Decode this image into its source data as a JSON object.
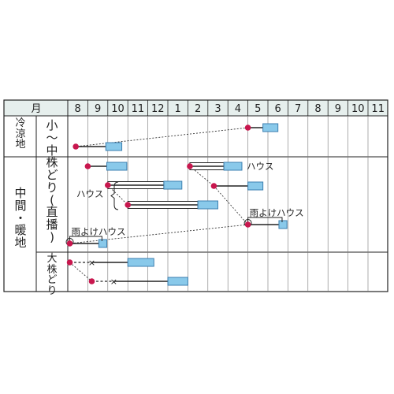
{
  "chart_data": {
    "type": "gantt",
    "header_label": "月",
    "months": [
      "8",
      "9",
      "10",
      "11",
      "12",
      "1",
      "2",
      "3",
      "4",
      "5",
      "6",
      "7",
      "8",
      "9",
      "10",
      "11"
    ],
    "regions": [
      {
        "name": "冷涼地"
      },
      {
        "name": "中間・暖地"
      }
    ],
    "methods": [
      {
        "name": "小〜中株どり(直播)"
      },
      {
        "name": "大株どり"
      }
    ],
    "house_bracket_label": "ハウス",
    "rows": [
      {
        "region": "冷涼地",
        "sow": 5.0,
        "mark": null,
        "line_end": 5.75,
        "harvest": [
          5.75,
          6.5
        ],
        "house": null,
        "label": null
      },
      {
        "region": "冷涼地",
        "sow": 8.4,
        "mark": null,
        "line_end": 9.9,
        "harvest": [
          9.9,
          10.7
        ],
        "house": null,
        "label": null
      },
      {
        "region": "中間・暖地",
        "method": "小〜中株どり(直播)",
        "sow": 9.0,
        "mark": null,
        "line_end": 9.95,
        "harvest": [
          9.95,
          10.95
        ],
        "house": null,
        "label": null
      },
      {
        "region": "中間・暖地",
        "method": "小〜中株どり(直播)",
        "sow": 10.0,
        "mark": null,
        "line_end": null,
        "harvest": [
          12.8,
          13.7
        ],
        "house": [
          10.0,
          12.8
        ],
        "label": null
      },
      {
        "region": "中間・暖地",
        "method": "小〜中株どり(直播)",
        "sow": 11.0,
        "mark": null,
        "line_end": null,
        "harvest": [
          14.5,
          15.5
        ],
        "house": [
          11.0,
          14.5
        ],
        "label": null
      },
      {
        "region": "中間・暖地",
        "method": "小〜中株どり(直播)",
        "sow": 2.1,
        "mark": null,
        "line_end": null,
        "harvest": [
          3.8,
          4.7
        ],
        "house": [
          2.1,
          3.8
        ],
        "label": "ハウス"
      },
      {
        "region": "中間・暖地",
        "method": "小〜中株どり(直播)",
        "sow": 3.3,
        "mark": null,
        "line_end": 5.0,
        "harvest": [
          5.0,
          5.75
        ],
        "house": null,
        "label": null
      },
      {
        "region": "中間・暖地",
        "method": "小〜中株どり(直播)",
        "sow": 5.0,
        "mark": null,
        "line_end": 6.55,
        "harvest": [
          6.55,
          6.95
        ],
        "house": null,
        "label": "雨よけハウス"
      },
      {
        "region": "中間・暖地",
        "method": "小〜中株どり(直播)",
        "sow": 8.1,
        "mark": null,
        "line_end": 9.55,
        "harvest": [
          9.55,
          9.95
        ],
        "house": null,
        "label": "雨よけハウス"
      },
      {
        "region": "中間・暖地",
        "method": "大株どり",
        "sow": 8.1,
        "mark": 9.2,
        "line_end": 11.0,
        "harvest": [
          11.0,
          12.3
        ],
        "house": null,
        "label": null
      },
      {
        "region": "中間・暖地",
        "method": "大株どり",
        "sow": 9.2,
        "mark": 10.3,
        "line_end": 1.0,
        "harvest": [
          1.0,
          2.0
        ],
        "house": null,
        "label": null
      }
    ],
    "links": [
      [
        0,
        1
      ],
      [
        3,
        4
      ],
      [
        5,
        6
      ],
      [
        6,
        7
      ],
      [
        7,
        8
      ],
      [
        9,
        10
      ]
    ],
    "colors": {
      "sow": "#c8174e",
      "harvest_fill": "#89c9ea",
      "harvest_stroke": "#3c7fb0",
      "header_bg": "#e6efed",
      "grid": "#222222",
      "link": "#333333"
    }
  }
}
